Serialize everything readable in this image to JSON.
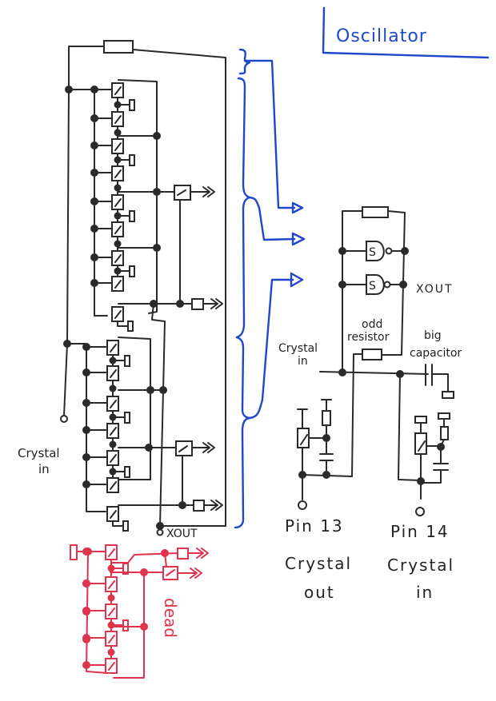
{
  "title": "Oscillator",
  "colors": {
    "ink": "#2a2a2a",
    "annotation_blue": "#1f47c9",
    "dead_red": "#e0334c"
  },
  "left_circuit": {
    "crystal_in_label_line1": "Crystal",
    "crystal_in_label_line2": "in",
    "xout_label": "XOUT",
    "dead_label": "dead"
  },
  "right_circuit": {
    "gate_label_1": "S",
    "gate_label_2": "S",
    "xout_label": "XOUT",
    "odd_resistor_line1": "odd",
    "odd_resistor_line2": "resistor",
    "big_capacitor_line1": "big",
    "big_capacitor_line2": "capacitor",
    "crystal_in_line1": "Crystal",
    "crystal_in_line2": "in",
    "pin13_label": "Pin 13",
    "pin13_desc_line1": "Crystal",
    "pin13_desc_line2": "out",
    "pin14_label": "Pin 14",
    "pin14_desc_line1": "Crystal",
    "pin14_desc_line2": "in"
  }
}
